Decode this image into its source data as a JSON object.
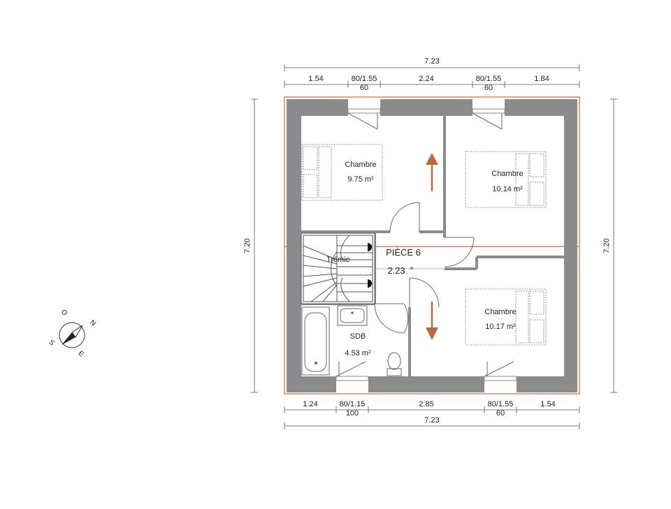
{
  "colors": {
    "wall": "#8a8b8d",
    "outline": "#c56a3d",
    "arrow": "#b86a3a",
    "furniture": "#777777",
    "dimension": "#555555"
  },
  "dimensions": {
    "top_total": "7.23",
    "top_segments": [
      "1.54",
      "80/1.55",
      "2.24",
      "80/1.55",
      "1.84"
    ],
    "top_sub": [
      "60",
      "60"
    ],
    "bottom_segments": [
      "1.24",
      "80/1.15",
      "2.85",
      "80/1.55",
      "1.54"
    ],
    "bottom_sub": [
      "100",
      "60"
    ],
    "bottom_total": "7.23",
    "left_height": "7.20",
    "right_height": "7.20"
  },
  "rooms": {
    "bedroom_1": {
      "name": "Chambre",
      "area": "9.75 m²"
    },
    "bedroom_2": {
      "name": "Chambre",
      "area": "10.14 m²"
    },
    "bedroom_3": {
      "name": "Chambre",
      "area": "10.17 m²"
    },
    "hall": {
      "name": "PIÈCE 6",
      "area": "2.23"
    },
    "stair_void": {
      "name": "Trémie"
    },
    "bathroom": {
      "name": "SDB",
      "area": "4.53 m²"
    }
  },
  "compass": {
    "north": "N",
    "east": "E",
    "south": "S",
    "west": "O"
  },
  "icons": [
    "compass-icon",
    "arrow-up-icon",
    "arrow-down-icon",
    "bed-icon",
    "bathtub-icon",
    "sink-icon",
    "toilet-icon",
    "staircase-icon"
  ]
}
